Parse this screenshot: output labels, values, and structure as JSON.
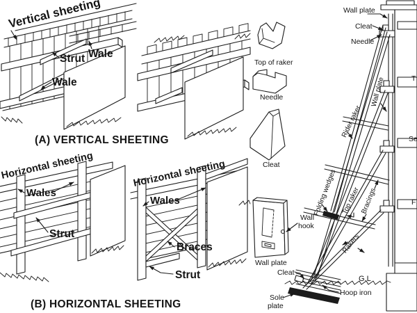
{
  "canvas": {
    "background": "#ffffff",
    "ink": "#1b1b1b"
  },
  "section_vertical": {
    "caption": "(A) VERTICAL SHEETING",
    "sheeting_label": "Vertical sheeting",
    "strut_label": "Strut",
    "wale_label_1": "Wale",
    "wale_label_2": "Wale"
  },
  "section_horizontal": {
    "caption": "(B) HORIZONTAL SHEETING",
    "left_fig": {
      "sheeting_label": "Horizontal sheeting",
      "wales_label": "Wales",
      "strut_label": "Strut"
    },
    "right_fig": {
      "sheeting_label": "Horizontal sheeting",
      "wales_label": "Wales",
      "braces_label": "Braces",
      "strut_label": "Strut"
    }
  },
  "raking_shore": {
    "details": {
      "top_of_raker": "Top of raker",
      "needle": "Needle",
      "cleat": "Cleat",
      "wall_plate": "Wall plate",
      "wall_hook_1": "Wall",
      "wall_hook_2": "hook"
    },
    "labels": {
      "wall_plate_top": "Wall plate",
      "cleat_top": "Cleat",
      "needle_top": "Needle",
      "rider_raker": "Rider raker",
      "wall_plate_side": "Wall plate",
      "folding_wedges": "Folding wedges",
      "top_raker": "Top raker",
      "bracings": "Bracings",
      "rakers": "Rakers",
      "ground_level": "G.L",
      "hoop_iron": "Hoop iron",
      "cleat_bottom": "Cleat",
      "sole_plate_1": "Sole",
      "sole_plate_2": "plate",
      "edge_cut_top": "T",
      "edge_cut_middle": "Se",
      "edge_cut_bottom": "F"
    }
  }
}
